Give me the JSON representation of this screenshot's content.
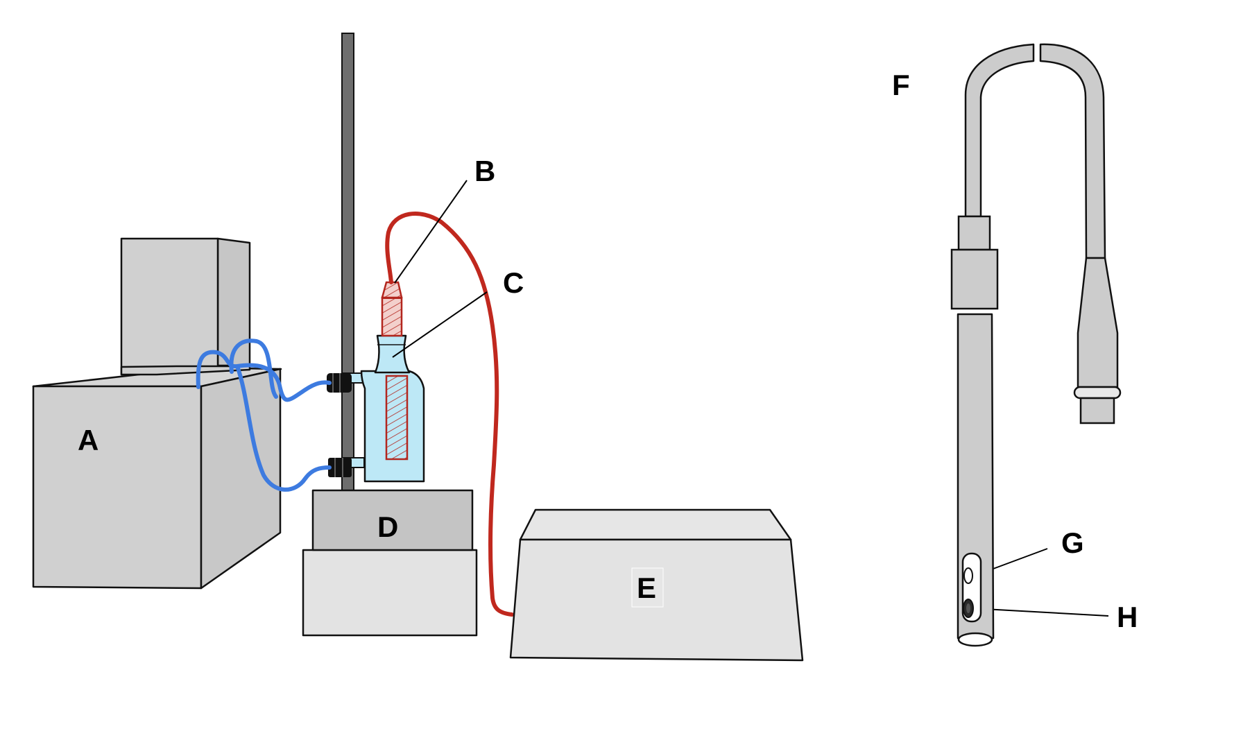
{
  "labels": {
    "a": "A",
    "b": "B",
    "c": "C",
    "d": "D",
    "e": "E",
    "f": "F",
    "g": "G",
    "h": "H"
  },
  "colors": {
    "box_gray": "#d0d0d0",
    "box_light": "#e3e3e3",
    "box_mid": "#c4c4c4",
    "rod": "#6e6e6e",
    "tube_blue": "#3d7be0",
    "cable_red": "#c0281e",
    "vessel_fill": "#bde8f6",
    "electrode_red": "#b3261e",
    "probe_gray": "#cccccc",
    "connector_black": "#111111"
  }
}
